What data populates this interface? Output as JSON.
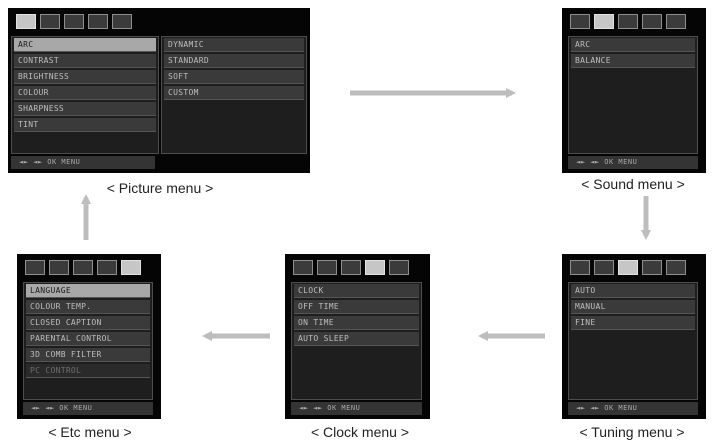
{
  "menus": {
    "picture": {
      "caption": "< Picture menu >",
      "items": [
        "ARC",
        "CONTRAST",
        "BRIGHTNESS",
        "COLOUR",
        "SHARPNESS",
        "TINT"
      ],
      "submenu": [
        "DYNAMIC",
        "STANDARD",
        "SOFT",
        "CUSTOM"
      ],
      "hint": "◄► ◄► OK MENU"
    },
    "sound": {
      "caption": "< Sound menu >",
      "items": [
        "ARC",
        "BALANCE"
      ],
      "hint": "◄► ◄► OK MENU"
    },
    "tuning": {
      "caption": "< Tuning menu >",
      "items": [
        "AUTO",
        "MANUAL",
        "FINE"
      ],
      "hint": "◄► ◄► OK MENU"
    },
    "clock": {
      "caption": "< Clock menu >",
      "items": [
        "CLOCK",
        "OFF TIME",
        "ON TIME",
        "AUTO SLEEP"
      ],
      "hint": "◄► ◄► OK MENU"
    },
    "etc": {
      "caption": "< Etc menu >",
      "items": [
        "LANGUAGE",
        "COLOUR TEMP.",
        "CLOSED CAPTION",
        "PARENTAL CONTROL",
        "3D COMB FILTER",
        "PC CONTROL"
      ],
      "hint": "◄► ◄► OK MENU"
    }
  },
  "icons": {
    "tabs": [
      "picture-icon",
      "sound-icon",
      "tuning-icon",
      "clock-icon",
      "etc-icon"
    ]
  },
  "colors": {
    "arrow": "#bdbdbd",
    "screen": "#050505",
    "selected_row": "#a8a8a8"
  }
}
